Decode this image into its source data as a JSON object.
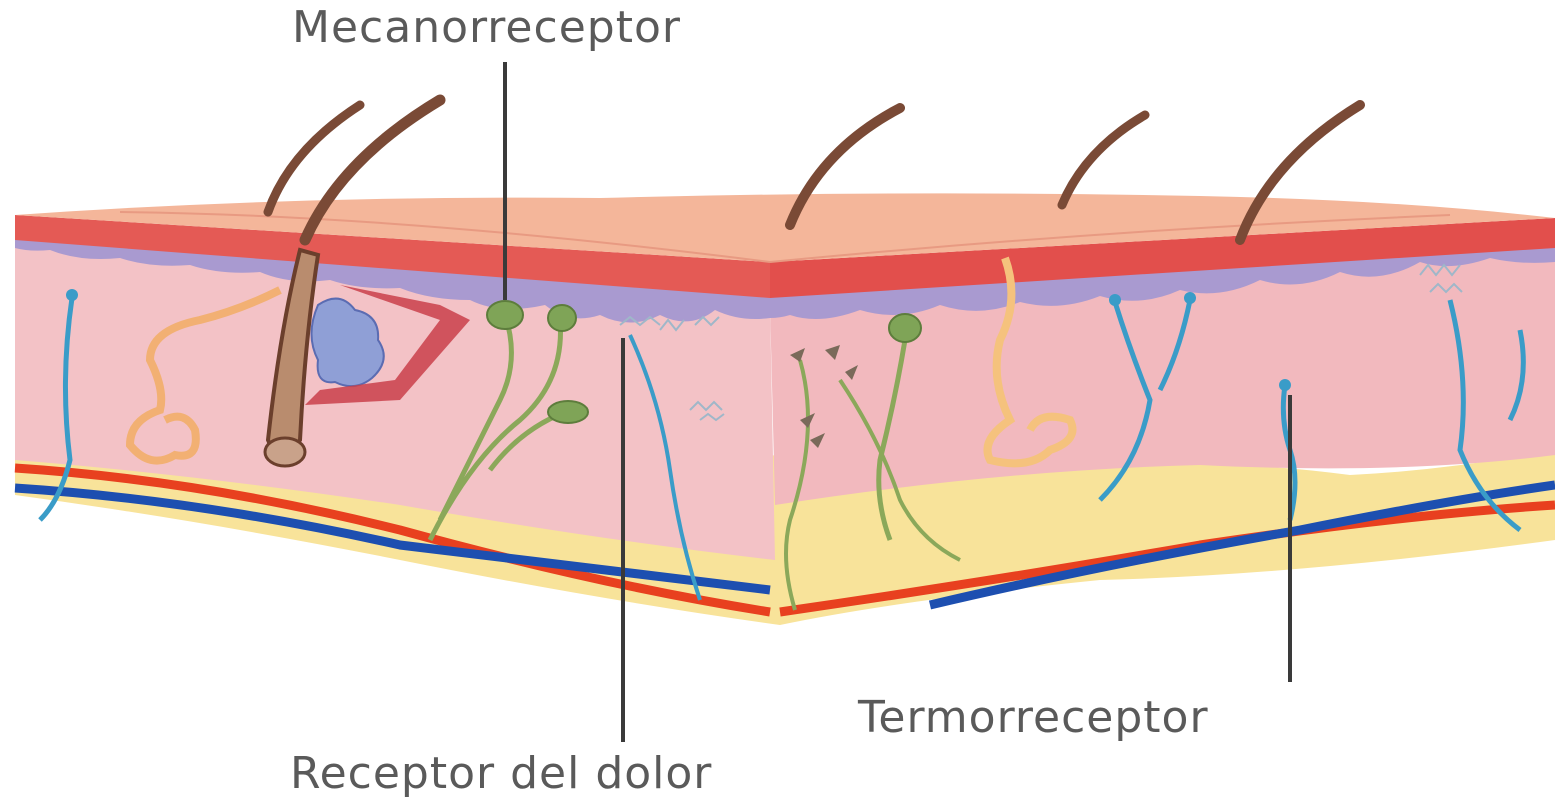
{
  "labels": {
    "mechanoreceptor": "Mecanorreceptor",
    "thermoreceptor": "Termorreceptor",
    "pain_receptor": "Receptor del dolor"
  },
  "colors": {
    "label_text": "#5a5a5a",
    "leader_line": "#3a3a3a",
    "epidermis_top": "#f4b69a",
    "epidermis_cut": "#e45a55",
    "basal_layer": "#a99ad0",
    "dermis": "#f3c2c6",
    "fat_layer": "#f8e39a",
    "artery": "#e8401f",
    "vein": "#1d4fb0",
    "nerve_green": "#8ba85a",
    "nerve_blue": "#3a9cc8",
    "hair": "#7a4a36",
    "sweat_gland": "#f2b073"
  },
  "icons": {
    "hair_follicle": "hair-follicle-icon",
    "sweat_gland": "sweat-gland-icon",
    "sebaceous_gland": "sebaceous-gland-icon"
  }
}
